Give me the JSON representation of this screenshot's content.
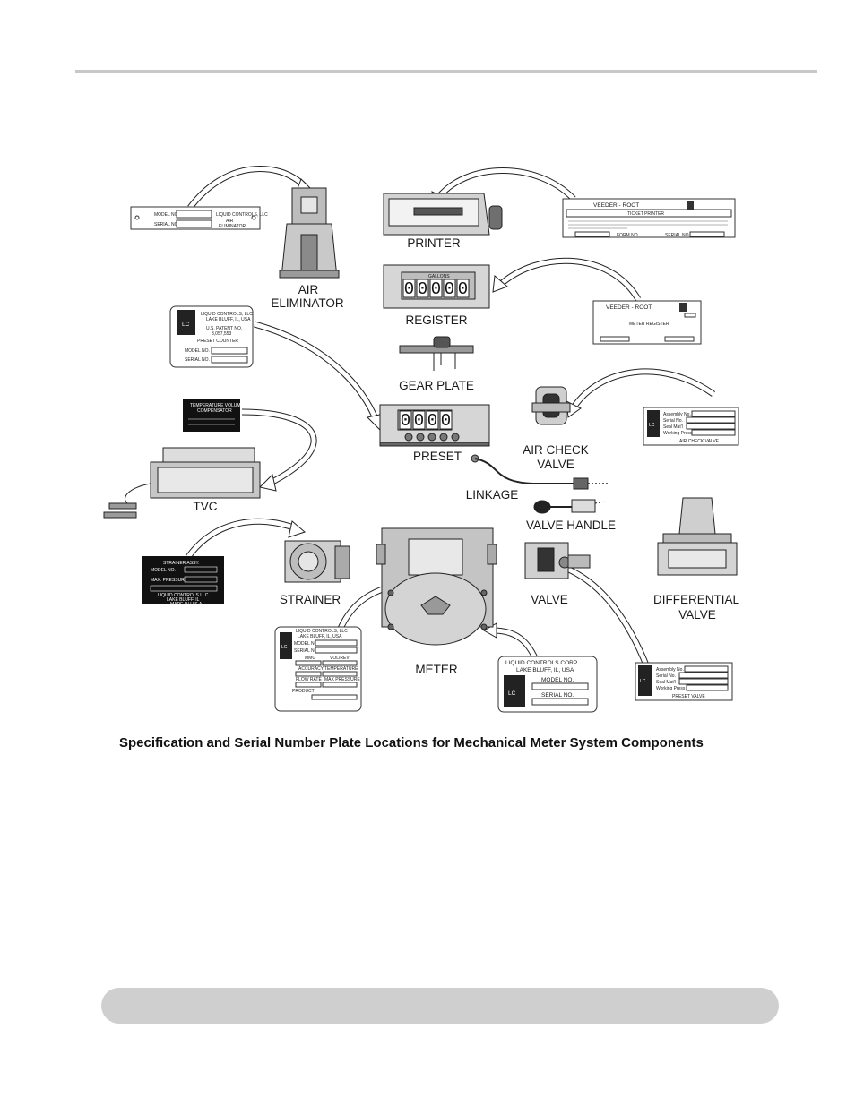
{
  "caption": "Specification and Serial Number Plate Locations for Mechanical Meter System Components",
  "labels": {
    "air_eliminator_1": "AIR",
    "air_eliminator_2": "ELIMINATOR",
    "printer": "PRINTER",
    "register": "REGISTER",
    "gear_plate": "GEAR PLATE",
    "preset": "PRESET",
    "air_check_1": "AIR CHECK",
    "air_check_2": "VALVE",
    "linkage": "LINKAGE",
    "valve_handle": "VALVE HANDLE",
    "tvc": "TVC",
    "strainer": "STRAINER",
    "valve": "VALVE",
    "differential_1": "DIFFERENTIAL",
    "differential_2": "VALVE",
    "meter": "METER"
  },
  "plates": {
    "air_elim": {
      "model": "MODEL NO.",
      "serial": "SERIAL NO.",
      "maker": "LIQUID CONTROLS, LLC",
      "type1": "AIR",
      "type2": "ELIMINATOR"
    },
    "printer": {
      "brand": "VEEDER - ROOT",
      "title": "TICKET PRINTER",
      "form": "FORM NO.",
      "serial": "SERIAL NO."
    },
    "register": {
      "brand": "VEEDER - ROOT",
      "title": "METER REGISTER"
    },
    "preset": {
      "maker": "LIQUID CONTROLS, LLC",
      "city": "LAKE BLUFF, IL, USA",
      "patent": "U.S. PATENT NO.",
      "patent_no": "3,057,553",
      "title": "PRESET COUNTER",
      "model": "MODEL NO.",
      "serial": "SERIAL NO."
    },
    "tvc": {
      "line1": "TEMPERATURE VOLUME",
      "line2": "COMPENSATOR"
    },
    "air_check": {
      "assembly": "Assembly No.",
      "serial": "Serial No.",
      "seal": "Seal Mat'l",
      "pressure": "Working Press",
      "title": "AIR CHECK VALVE"
    },
    "strainer": {
      "title": "STRAINER ASSY.",
      "model": "MODEL NO.",
      "pressure": "MAX. PRESSURE",
      "maker": "LIQUID CONTROLS LLC",
      "city": "LAKE BLUFF, IL",
      "made": "MADE IN U.S.A."
    },
    "meter_spec": {
      "maker": "LIQUID CONTROLS, LLC",
      "city": "LAKE BLUFF, IL, USA",
      "model": "MODEL NO.",
      "serial": "SERIAL NO.",
      "mmg": "MMG",
      "volrev": "VOL/REV",
      "accuracy": "ACCURACY",
      "temperature": "TEMPERATURE",
      "flow": "FLOW RATE",
      "maxp": "MAX PRESSURE",
      "product": "PRODUCT"
    },
    "meter_corp": {
      "maker": "LIQUID CONTROLS CORP.",
      "city": "LAKE BLUFF, IL, USA",
      "model": "MODEL NO.",
      "serial": "SERIAL NO."
    },
    "preset_valve": {
      "assembly": "Assembly No.",
      "serial": "Serial No.",
      "seal": "Seal Mat'l",
      "pressure": "Working Press",
      "title": "PRESET VALVE"
    }
  },
  "register_display": {
    "unit": "GALLONS",
    "digits": [
      "0",
      "0",
      "0",
      "0",
      "0"
    ]
  },
  "preset_display": {
    "digits": [
      "0",
      "0",
      "0",
      "0"
    ]
  },
  "colors": {
    "text": "#1a1a1a",
    "rule": "#c8c8c8",
    "footer_bar": "#cfcfcf",
    "arrow_fill": "#ffffff",
    "dark_plate": "#111111"
  }
}
